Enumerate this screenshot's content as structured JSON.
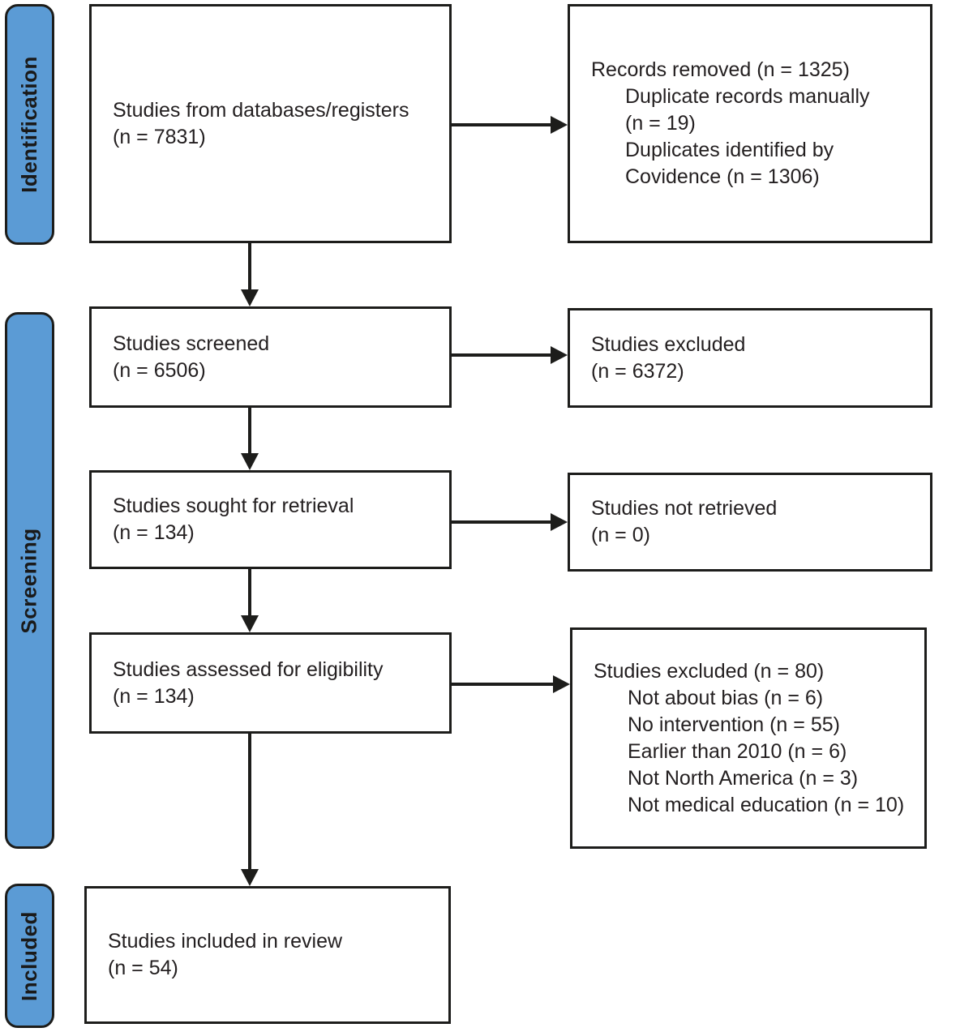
{
  "stages": [
    {
      "id": "identification",
      "label": "Identification"
    },
    {
      "id": "screening",
      "label": "Screening"
    },
    {
      "id": "included",
      "label": "Included"
    }
  ],
  "flow": {
    "studies_from_databases": {
      "lines": [
        "Studies from databases/registers",
        "(n = 7831)"
      ]
    },
    "records_removed": {
      "title": "Records removed (n = 1325)",
      "details": [
        "Duplicate records manually",
        "(n = 19)",
        "Duplicates identified by",
        "Covidence (n = 1306)"
      ]
    },
    "studies_screened": {
      "lines": [
        "Studies screened",
        "(n = 6506)"
      ]
    },
    "studies_excluded": {
      "lines": [
        "Studies excluded",
        "(n = 6372)"
      ]
    },
    "studies_sought": {
      "lines": [
        "Studies sought for retrieval",
        "(n = 134)"
      ]
    },
    "studies_not_retrieved": {
      "lines": [
        "Studies not retrieved",
        "(n = 0)"
      ]
    },
    "studies_assessed": {
      "lines": [
        "Studies assessed for eligibility",
        "(n = 134)"
      ]
    },
    "studies_excluded_eligibility": {
      "title": "Studies excluded (n = 80)",
      "details": [
        "Not about bias (n = 6)",
        "No intervention (n = 55)",
        "Earlier than 2010 (n = 6)",
        "Not North America (n = 3)",
        "Not medical education (n = 10)"
      ]
    },
    "studies_included": {
      "lines": [
        "Studies included in review",
        "(n = 54)"
      ]
    }
  },
  "colors": {
    "stage_fill": "#5b9bd5",
    "outline": "#1d1d1b",
    "text": "#231f20"
  }
}
